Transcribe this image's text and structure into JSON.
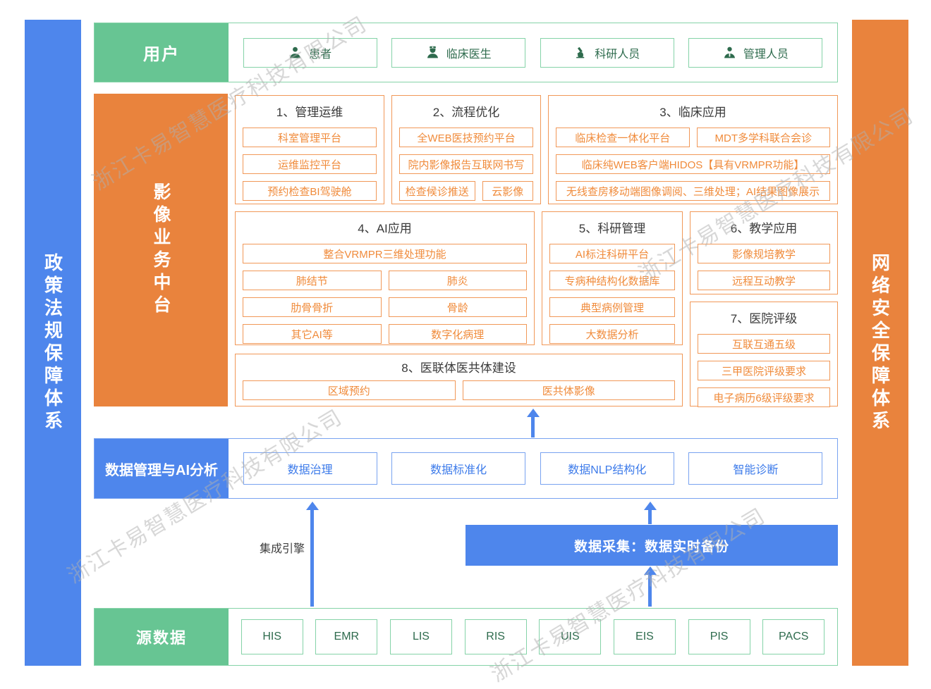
{
  "watermark": {
    "text": "浙江卡易智慧医疗科技有限公司"
  },
  "sidebars": {
    "left": "政策法规保障体系",
    "right": "网络安全保障体系"
  },
  "colors": {
    "blue": "#4e86ec",
    "green": "#67c593",
    "orange": "#e9833d",
    "orange_border": "#f19858",
    "green_border": "#85d3a8",
    "blue_border": "#79a3f0"
  },
  "users": {
    "label": "用户",
    "items": [
      {
        "icon": "patient-icon",
        "label": "患者"
      },
      {
        "icon": "doctor-icon",
        "label": "临床医生"
      },
      {
        "icon": "microscope-icon",
        "label": "科研人员"
      },
      {
        "icon": "admin-icon",
        "label": "管理人员"
      }
    ]
  },
  "imaging": {
    "label": "影像业务中台",
    "sections": {
      "s1": {
        "title": "1、管理运维",
        "items": [
          "科室管理平台",
          "运维监控平台",
          "预约检查BI驾驶舱"
        ]
      },
      "s2": {
        "title": "2、流程优化",
        "items": [
          "全WEB医技预约平台",
          "院内影像报告互联网书写",
          "检查候诊推送",
          "云影像"
        ]
      },
      "s3": {
        "title": "3、临床应用",
        "items": [
          "临床检查一体化平台",
          "MDT多学科联合会诊",
          "临床纯WEB客户端HIDOS【具有VRMPR功能】",
          "无线查房移动端图像调阅、三维处理；AI结果图像展示"
        ]
      },
      "s4": {
        "title": "4、AI应用",
        "items": [
          "整合VRMPR三维处理功能",
          "肺结节",
          "肺炎",
          "肋骨骨折",
          "骨龄",
          "其它AI等",
          "数字化病理"
        ]
      },
      "s5": {
        "title": "5、科研管理",
        "items": [
          "AI标注科研平台",
          "专病种结构化数据库",
          "典型病例管理",
          "大数据分析"
        ]
      },
      "s6": {
        "title": "6、教学应用",
        "items": [
          "影像规培教学",
          "远程互动教学"
        ]
      },
      "s7": {
        "title": "7、医院评级",
        "items": [
          "互联互通五级",
          "三甲医院评级要求",
          "电子病历6级评级要求"
        ]
      },
      "s8": {
        "title": "8、医联体医共体建设",
        "items": [
          "区域预约",
          "医共体影像"
        ]
      }
    }
  },
  "data_mgmt": {
    "label": "数据管理与AI分析",
    "items": [
      "数据治理",
      "数据标准化",
      "数据NLP结构化",
      "智能诊断"
    ]
  },
  "integration": {
    "label": "集成引擎"
  },
  "data_collect": {
    "label": "数据采集：数据实时备份"
  },
  "source": {
    "label": "源数据",
    "items": [
      "HIS",
      "EMR",
      "LIS",
      "RIS",
      "UIS",
      "EIS",
      "PIS",
      "PACS"
    ]
  }
}
